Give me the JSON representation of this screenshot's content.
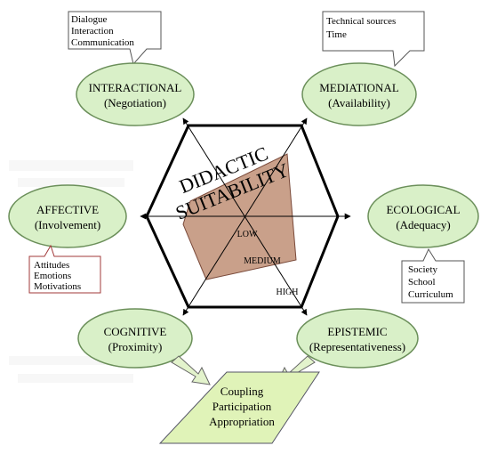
{
  "title_lines": [
    "DIDACTIC",
    "SUITABILITY"
  ],
  "levels": {
    "low": "LOW",
    "medium": "MEDIUM",
    "high": "HIGH"
  },
  "facets": {
    "interactional": {
      "name": "INTERACTIONAL",
      "sub": "(Negotiation)"
    },
    "mediational": {
      "name": "MEDIATIONAL",
      "sub": "(Availability)"
    },
    "affective": {
      "name": "AFFECTIVE",
      "sub": "(Involvement)"
    },
    "ecological": {
      "name": "ECOLOGICAL",
      "sub": "(Adequacy)"
    },
    "cognitive": {
      "name": "COGNITIVE",
      "sub": "(Proximity)"
    },
    "epistemic": {
      "name": "EPISTEMIC",
      "sub": "(Representativeness)"
    }
  },
  "callouts": {
    "interactional": [
      "Dialogue",
      "Interaction",
      "Communication"
    ],
    "mediational": [
      "Technical sources",
      "Time"
    ],
    "affective": [
      "Attitudes",
      "Emotions",
      "Motivations"
    ],
    "ecological": [
      "Society",
      "School",
      "Curriculum"
    ]
  },
  "outcome": [
    "Coupling",
    "Participation",
    "Appropriation"
  ],
  "colors": {
    "ellipse_fill": "#d9f0c8",
    "ellipse_stroke": "#6b8f5a",
    "polygon_fill": "#c9a08a",
    "diamond_fill": "#e0f3b8",
    "arrow_fill": "#e3f3cc",
    "callout_stroke": "#a23a3a"
  }
}
